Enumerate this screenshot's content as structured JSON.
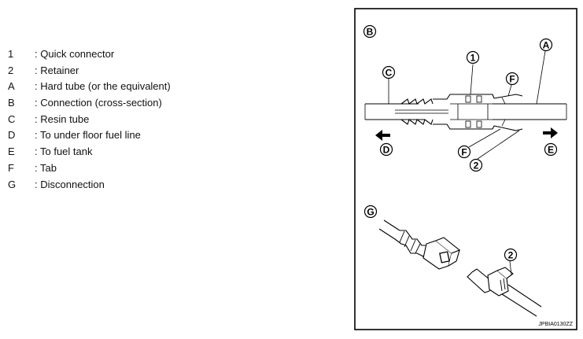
{
  "legend": [
    {
      "key": "1",
      "text": ": Quick connector"
    },
    {
      "key": "2",
      "text": ": Retainer"
    },
    {
      "key": "A",
      "text": ": Hard tube (or the equivalent)"
    },
    {
      "key": "B",
      "text": ": Connection (cross-section)"
    },
    {
      "key": "C",
      "text": ": Resin tube"
    },
    {
      "key": "D",
      "text": ": To under floor fuel line"
    },
    {
      "key": "E",
      "text": ": To fuel tank"
    },
    {
      "key": "F",
      "text": ": Tab"
    },
    {
      "key": "G",
      "text": ": Disconnection"
    }
  ],
  "callouts": {
    "b": "B",
    "one": "1",
    "a": "A",
    "c": "C",
    "f_top": "F",
    "d": "D",
    "f_bottom": "F",
    "two_bottom": "2",
    "e": "E",
    "g": "G",
    "two_g": "2"
  },
  "figure_code": "JPBIA0130ZZ"
}
